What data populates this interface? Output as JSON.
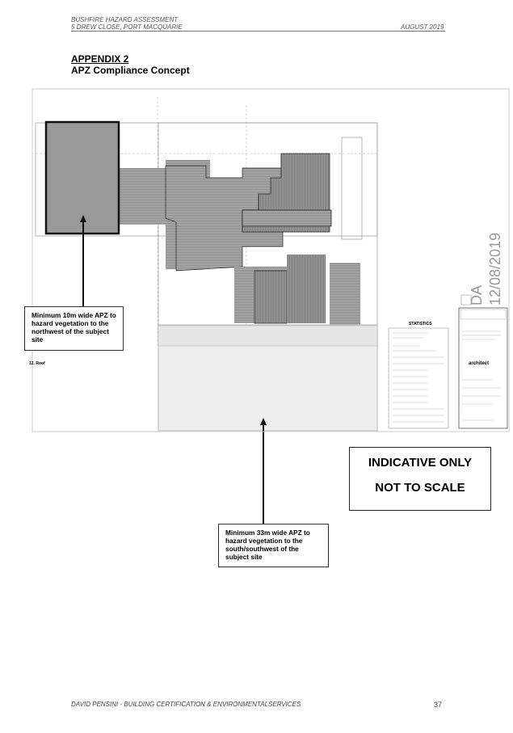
{
  "header": {
    "line1": "BUSHFIRE HAZARD ASSESSMENT",
    "line2": "5 DREW CLOSE, PORT MACQUARIE",
    "date": "AUGUST 2019"
  },
  "title": {
    "appendix": "APPENDIX 2",
    "subtitle": "APZ Compliance Concept"
  },
  "drawing": {
    "roof_label": "12. Roof",
    "stats_title": "STATISTICS",
    "stamp_da": "DA",
    "stamp_date": "12/08/2019",
    "architect": "architect"
  },
  "callouts": {
    "northwest": "Minimum 10m wide APZ to hazard vegetation to the northwest of the subject site",
    "south": "Minimum 33m wide APZ to hazard vegetation to the south/southwest of the subject site"
  },
  "notice": {
    "line1": "INDICATIVE ONLY",
    "line2": "NOT TO SCALE"
  },
  "footer": {
    "text": "DAVID PENSINI - BUILDING CERTIFICATION & ENVIRONMENTALSERVICES",
    "page": "37"
  }
}
